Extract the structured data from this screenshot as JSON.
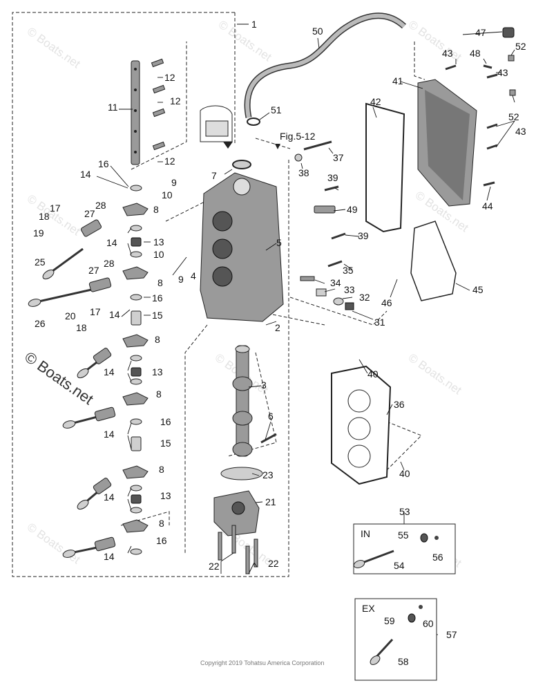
{
  "diagram": {
    "copyright": "Copyright 2019 Tohatsu America Corporation",
    "watermark": "© Boats.net",
    "ref_label": "Fig.5-12",
    "kit_in_label": "IN",
    "kit_ex_label": "EX",
    "part_numbers": {
      "p1": "1",
      "p2": "2",
      "p3": "3",
      "p4": "4",
      "p5": "5",
      "p6": "6",
      "p7": "7",
      "p8": "8",
      "p9": "9",
      "p10": "10",
      "p11": "11",
      "p12": "12",
      "p13": "13",
      "p14": "14",
      "p15": "15",
      "p16": "16",
      "p17": "17",
      "p18": "18",
      "p19": "19",
      "p20": "20",
      "p21": "21",
      "p22": "22",
      "p23": "23",
      "p25": "25",
      "p26": "26",
      "p27": "27",
      "p28": "28",
      "p31": "31",
      "p32": "32",
      "p33": "33",
      "p34": "34",
      "p35": "35",
      "p36": "36",
      "p37": "37",
      "p38": "38",
      "p39": "39",
      "p40": "40",
      "p41": "41",
      "p42": "42",
      "p43": "43",
      "p44": "44",
      "p45": "45",
      "p46": "46",
      "p47": "47",
      "p48": "48",
      "p49": "49",
      "p50": "50",
      "p51": "51",
      "p52": "52",
      "p53": "53",
      "p54": "54",
      "p55": "55",
      "p56": "56",
      "p57": "57",
      "p58": "58",
      "p59": "59",
      "p60": "60"
    }
  }
}
